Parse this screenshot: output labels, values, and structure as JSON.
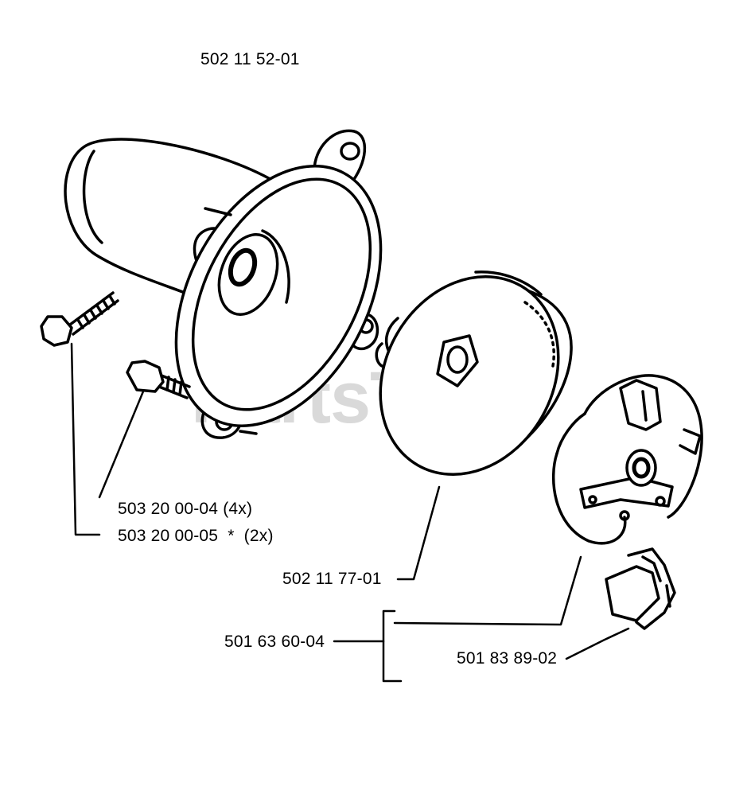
{
  "watermark": "PartsTree",
  "part_numbers": {
    "clutch_housing": "502 11 52-01",
    "screw_a": "503 20 00-04 (4x)",
    "screw_b": "503 20 00-05  *  (2x)",
    "clutch_drum": "502 11 77-01",
    "clutch_assembly": "501 63 60-04",
    "clutch_spring": "501 83 89-02"
  },
  "colors": {
    "line": "#000000",
    "watermark": "#d9d9d9",
    "background": "#ffffff"
  }
}
